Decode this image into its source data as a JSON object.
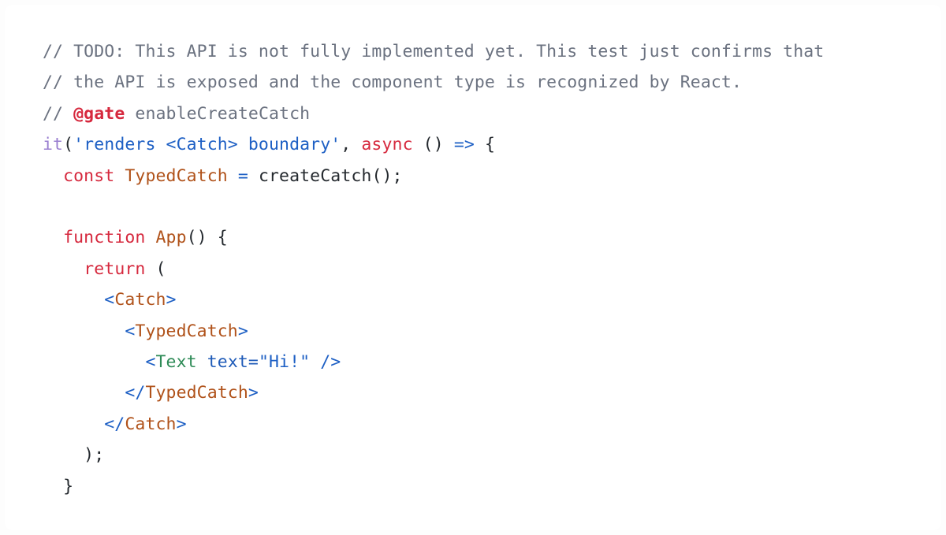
{
  "snippet": {
    "language": "javascript-jsx",
    "background_color": "#ffffff",
    "frame_color": "#fdfdfd",
    "palette": {
      "comment": "#6b7280",
      "keyword": "#d6293e",
      "function_call": "#9a7fd0",
      "string": "#1d5fc4",
      "operator": "#1d5fc4",
      "component": "#b0521a",
      "tag_green": "#2e8b57",
      "plain": "#24292e"
    },
    "lines": [
      {
        "id": "line-1",
        "tokens": [
          {
            "text": "// TODO: This API is not fully implemented yet. This test just confirms that",
            "type": "comment"
          }
        ]
      },
      {
        "id": "line-2",
        "tokens": [
          {
            "text": "// the API is exposed and the component type is recognized by React.",
            "type": "comment"
          }
        ]
      },
      {
        "id": "line-3",
        "tokens": [
          {
            "text": "// ",
            "type": "comment"
          },
          {
            "text": "@gate",
            "type": "gate"
          },
          {
            "text": " enableCreateCatch",
            "type": "comment"
          }
        ]
      },
      {
        "id": "line-4",
        "tokens": [
          {
            "text": "it",
            "type": "func-call"
          },
          {
            "text": "(",
            "type": "plain"
          },
          {
            "text": "'renders <Catch> boundary'",
            "type": "string"
          },
          {
            "text": ", ",
            "type": "plain"
          },
          {
            "text": "async",
            "type": "keyword"
          },
          {
            "text": " () ",
            "type": "plain"
          },
          {
            "text": "=>",
            "type": "operator"
          },
          {
            "text": " {",
            "type": "plain"
          }
        ]
      },
      {
        "id": "line-5",
        "tokens": [
          {
            "text": "  ",
            "type": "plain"
          },
          {
            "text": "const",
            "type": "keyword"
          },
          {
            "text": " ",
            "type": "plain"
          },
          {
            "text": "TypedCatch",
            "type": "component"
          },
          {
            "text": " ",
            "type": "plain"
          },
          {
            "text": "=",
            "type": "operator"
          },
          {
            "text": " createCatch();",
            "type": "plain"
          }
        ]
      },
      {
        "id": "line-6",
        "tokens": [
          {
            "text": "",
            "type": "plain"
          }
        ]
      },
      {
        "id": "line-7",
        "tokens": [
          {
            "text": "  ",
            "type": "plain"
          },
          {
            "text": "function",
            "type": "keyword"
          },
          {
            "text": " ",
            "type": "plain"
          },
          {
            "text": "App",
            "type": "component"
          },
          {
            "text": "() {",
            "type": "plain"
          }
        ]
      },
      {
        "id": "line-8",
        "tokens": [
          {
            "text": "    ",
            "type": "plain"
          },
          {
            "text": "return",
            "type": "keyword"
          },
          {
            "text": " (",
            "type": "plain"
          }
        ]
      },
      {
        "id": "line-9",
        "tokens": [
          {
            "text": "      ",
            "type": "plain"
          },
          {
            "text": "<",
            "type": "bracket"
          },
          {
            "text": "Catch",
            "type": "component"
          },
          {
            "text": ">",
            "type": "bracket"
          }
        ]
      },
      {
        "id": "line-10",
        "tokens": [
          {
            "text": "        ",
            "type": "plain"
          },
          {
            "text": "<",
            "type": "bracket"
          },
          {
            "text": "TypedCatch",
            "type": "component"
          },
          {
            "text": ">",
            "type": "bracket"
          }
        ]
      },
      {
        "id": "line-11",
        "tokens": [
          {
            "text": "          ",
            "type": "plain"
          },
          {
            "text": "<",
            "type": "bracket"
          },
          {
            "text": "Text",
            "type": "tag-green"
          },
          {
            "text": " ",
            "type": "plain"
          },
          {
            "text": "text",
            "type": "attr"
          },
          {
            "text": "=",
            "type": "attr"
          },
          {
            "text": "\"Hi!\"",
            "type": "string"
          },
          {
            "text": " ",
            "type": "plain"
          },
          {
            "text": "/>",
            "type": "bracket"
          }
        ]
      },
      {
        "id": "line-12",
        "tokens": [
          {
            "text": "        ",
            "type": "plain"
          },
          {
            "text": "</",
            "type": "bracket"
          },
          {
            "text": "TypedCatch",
            "type": "component"
          },
          {
            "text": ">",
            "type": "bracket"
          }
        ]
      },
      {
        "id": "line-13",
        "tokens": [
          {
            "text": "      ",
            "type": "plain"
          },
          {
            "text": "</",
            "type": "bracket"
          },
          {
            "text": "Catch",
            "type": "component"
          },
          {
            "text": ">",
            "type": "bracket"
          }
        ]
      },
      {
        "id": "line-14",
        "tokens": [
          {
            "text": "    );",
            "type": "plain"
          }
        ]
      },
      {
        "id": "line-15",
        "tokens": [
          {
            "text": "  }",
            "type": "plain"
          }
        ]
      }
    ]
  }
}
